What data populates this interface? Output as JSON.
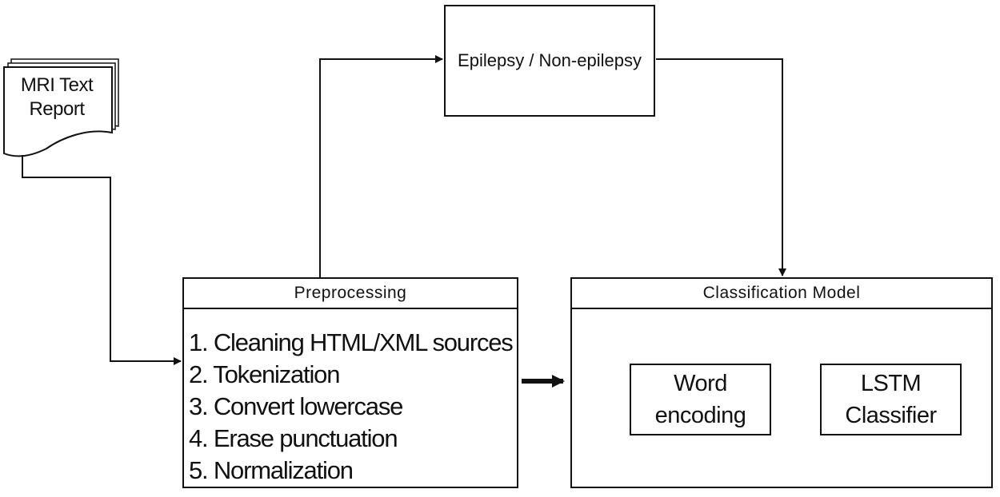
{
  "document": {
    "title": "MRI Text Report"
  },
  "decision": {
    "label": "Epilepsy / Non-epilepsy"
  },
  "preprocessing": {
    "title": "Preprocessing",
    "steps": [
      "1. Cleaning HTML/XML sources",
      "2. Tokenization",
      "3. Convert lowercase",
      "4. Erase punctuation",
      "5. Normalization"
    ]
  },
  "classification": {
    "title": "Classification Model",
    "word_encoding": "Word\nencoding",
    "lstm": "LSTM\nClassifier"
  },
  "colors": {
    "stroke": "#111111",
    "background": "#ffffff"
  }
}
